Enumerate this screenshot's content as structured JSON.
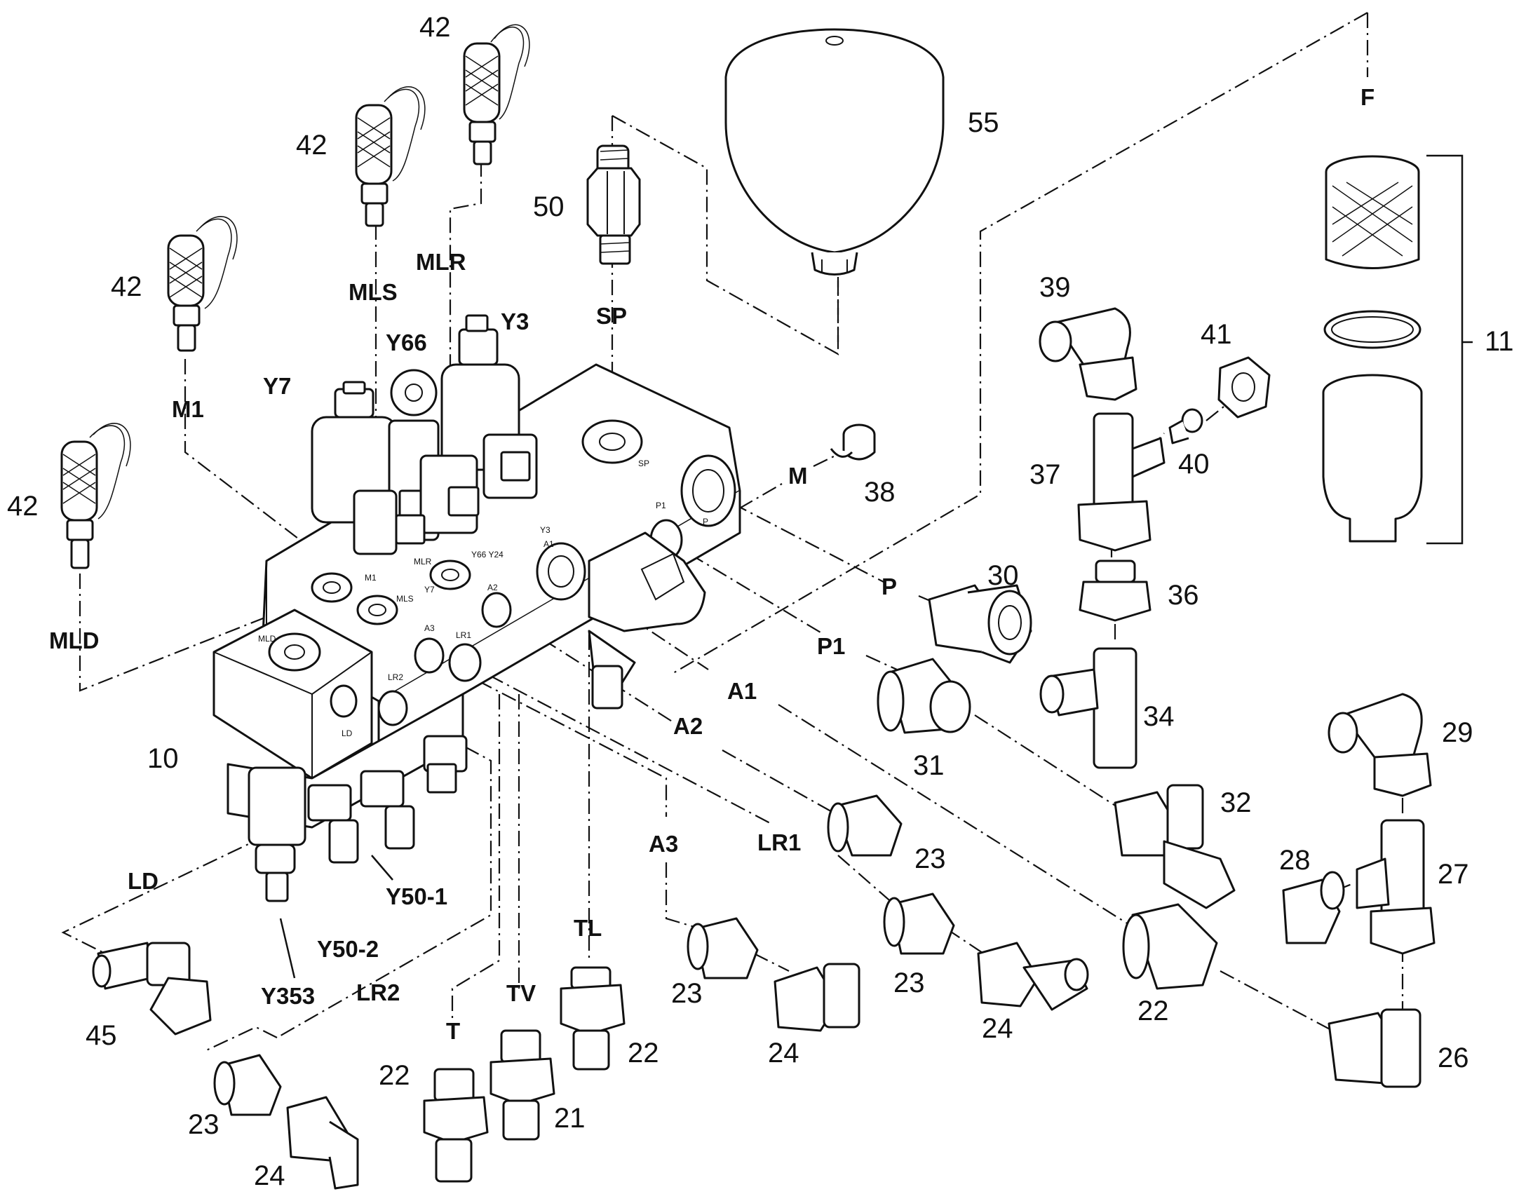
{
  "diagram": {
    "part_numbers": [
      {
        "id": "p42a",
        "text": "42"
      },
      {
        "id": "p42b",
        "text": "42"
      },
      {
        "id": "p42c",
        "text": "42"
      },
      {
        "id": "p42d",
        "text": "42"
      },
      {
        "id": "p55",
        "text": "55"
      },
      {
        "id": "p50",
        "text": "50"
      },
      {
        "id": "p39",
        "text": "39"
      },
      {
        "id": "p41",
        "text": "41"
      },
      {
        "id": "p11",
        "text": "11"
      },
      {
        "id": "p37",
        "text": "37"
      },
      {
        "id": "p40",
        "text": "40"
      },
      {
        "id": "p38",
        "text": "38"
      },
      {
        "id": "p30",
        "text": "30"
      },
      {
        "id": "p36",
        "text": "36"
      },
      {
        "id": "p34",
        "text": "34"
      },
      {
        "id": "p31",
        "text": "31"
      },
      {
        "id": "p10",
        "text": "10"
      },
      {
        "id": "p29",
        "text": "29"
      },
      {
        "id": "p32",
        "text": "32"
      },
      {
        "id": "p23a",
        "text": "23"
      },
      {
        "id": "p28",
        "text": "28"
      },
      {
        "id": "p27",
        "text": "27"
      },
      {
        "id": "p23b",
        "text": "23"
      },
      {
        "id": "p23c",
        "text": "23"
      },
      {
        "id": "p22a",
        "text": "22"
      },
      {
        "id": "p22b",
        "text": "22"
      },
      {
        "id": "p24a",
        "text": "24"
      },
      {
        "id": "p24b",
        "text": "24"
      },
      {
        "id": "p26",
        "text": "26"
      },
      {
        "id": "p45",
        "text": "45"
      },
      {
        "id": "p22c",
        "text": "22"
      },
      {
        "id": "p21",
        "text": "21"
      },
      {
        "id": "p23d",
        "text": "23"
      },
      {
        "id": "p24c",
        "text": "24"
      }
    ],
    "port_labels": [
      {
        "id": "lMLR",
        "text": "MLR"
      },
      {
        "id": "lMLS",
        "text": "MLS"
      },
      {
        "id": "lM1",
        "text": "M1"
      },
      {
        "id": "lMLD",
        "text": "MLD"
      },
      {
        "id": "lY7",
        "text": "Y7"
      },
      {
        "id": "lY66",
        "text": "Y66"
      },
      {
        "id": "lY3",
        "text": "Y3"
      },
      {
        "id": "lSP",
        "text": "SP"
      },
      {
        "id": "lF",
        "text": "F"
      },
      {
        "id": "lM",
        "text": "M"
      },
      {
        "id": "lP",
        "text": "P"
      },
      {
        "id": "lP1",
        "text": "P1"
      },
      {
        "id": "lA1",
        "text": "A1"
      },
      {
        "id": "lA2",
        "text": "A2"
      },
      {
        "id": "lA3",
        "text": "A3"
      },
      {
        "id": "lLR1",
        "text": "LR1"
      },
      {
        "id": "lLD",
        "text": "LD"
      },
      {
        "id": "lY501",
        "text": "Y50-1"
      },
      {
        "id": "lY502",
        "text": "Y50-2"
      },
      {
        "id": "lY353",
        "text": "Y353"
      },
      {
        "id": "lLR2",
        "text": "LR2"
      },
      {
        "id": "lTL",
        "text": "TL"
      },
      {
        "id": "lTV",
        "text": "TV"
      },
      {
        "id": "lT",
        "text": "T"
      }
    ],
    "block_markings": [
      {
        "id": "mSP",
        "text": "SP"
      },
      {
        "id": "mP",
        "text": "P"
      },
      {
        "id": "mP1",
        "text": "P1"
      },
      {
        "id": "mY3",
        "text": "Y3"
      },
      {
        "id": "mA1",
        "text": "A1"
      },
      {
        "id": "mA2",
        "text": "A2"
      },
      {
        "id": "mA3",
        "text": "A3"
      },
      {
        "id": "mLR1",
        "text": "LR1"
      },
      {
        "id": "mLR2",
        "text": "LR2"
      },
      {
        "id": "mLD",
        "text": "LD"
      },
      {
        "id": "mMLD",
        "text": "MLD"
      },
      {
        "id": "mMLS",
        "text": "MLS"
      },
      {
        "id": "mMLR",
        "text": "MLR"
      },
      {
        "id": "mY7",
        "text": "Y7"
      },
      {
        "id": "mY66",
        "text": "Y66 Y24"
      },
      {
        "id": "mM1",
        "text": "M1"
      }
    ]
  }
}
